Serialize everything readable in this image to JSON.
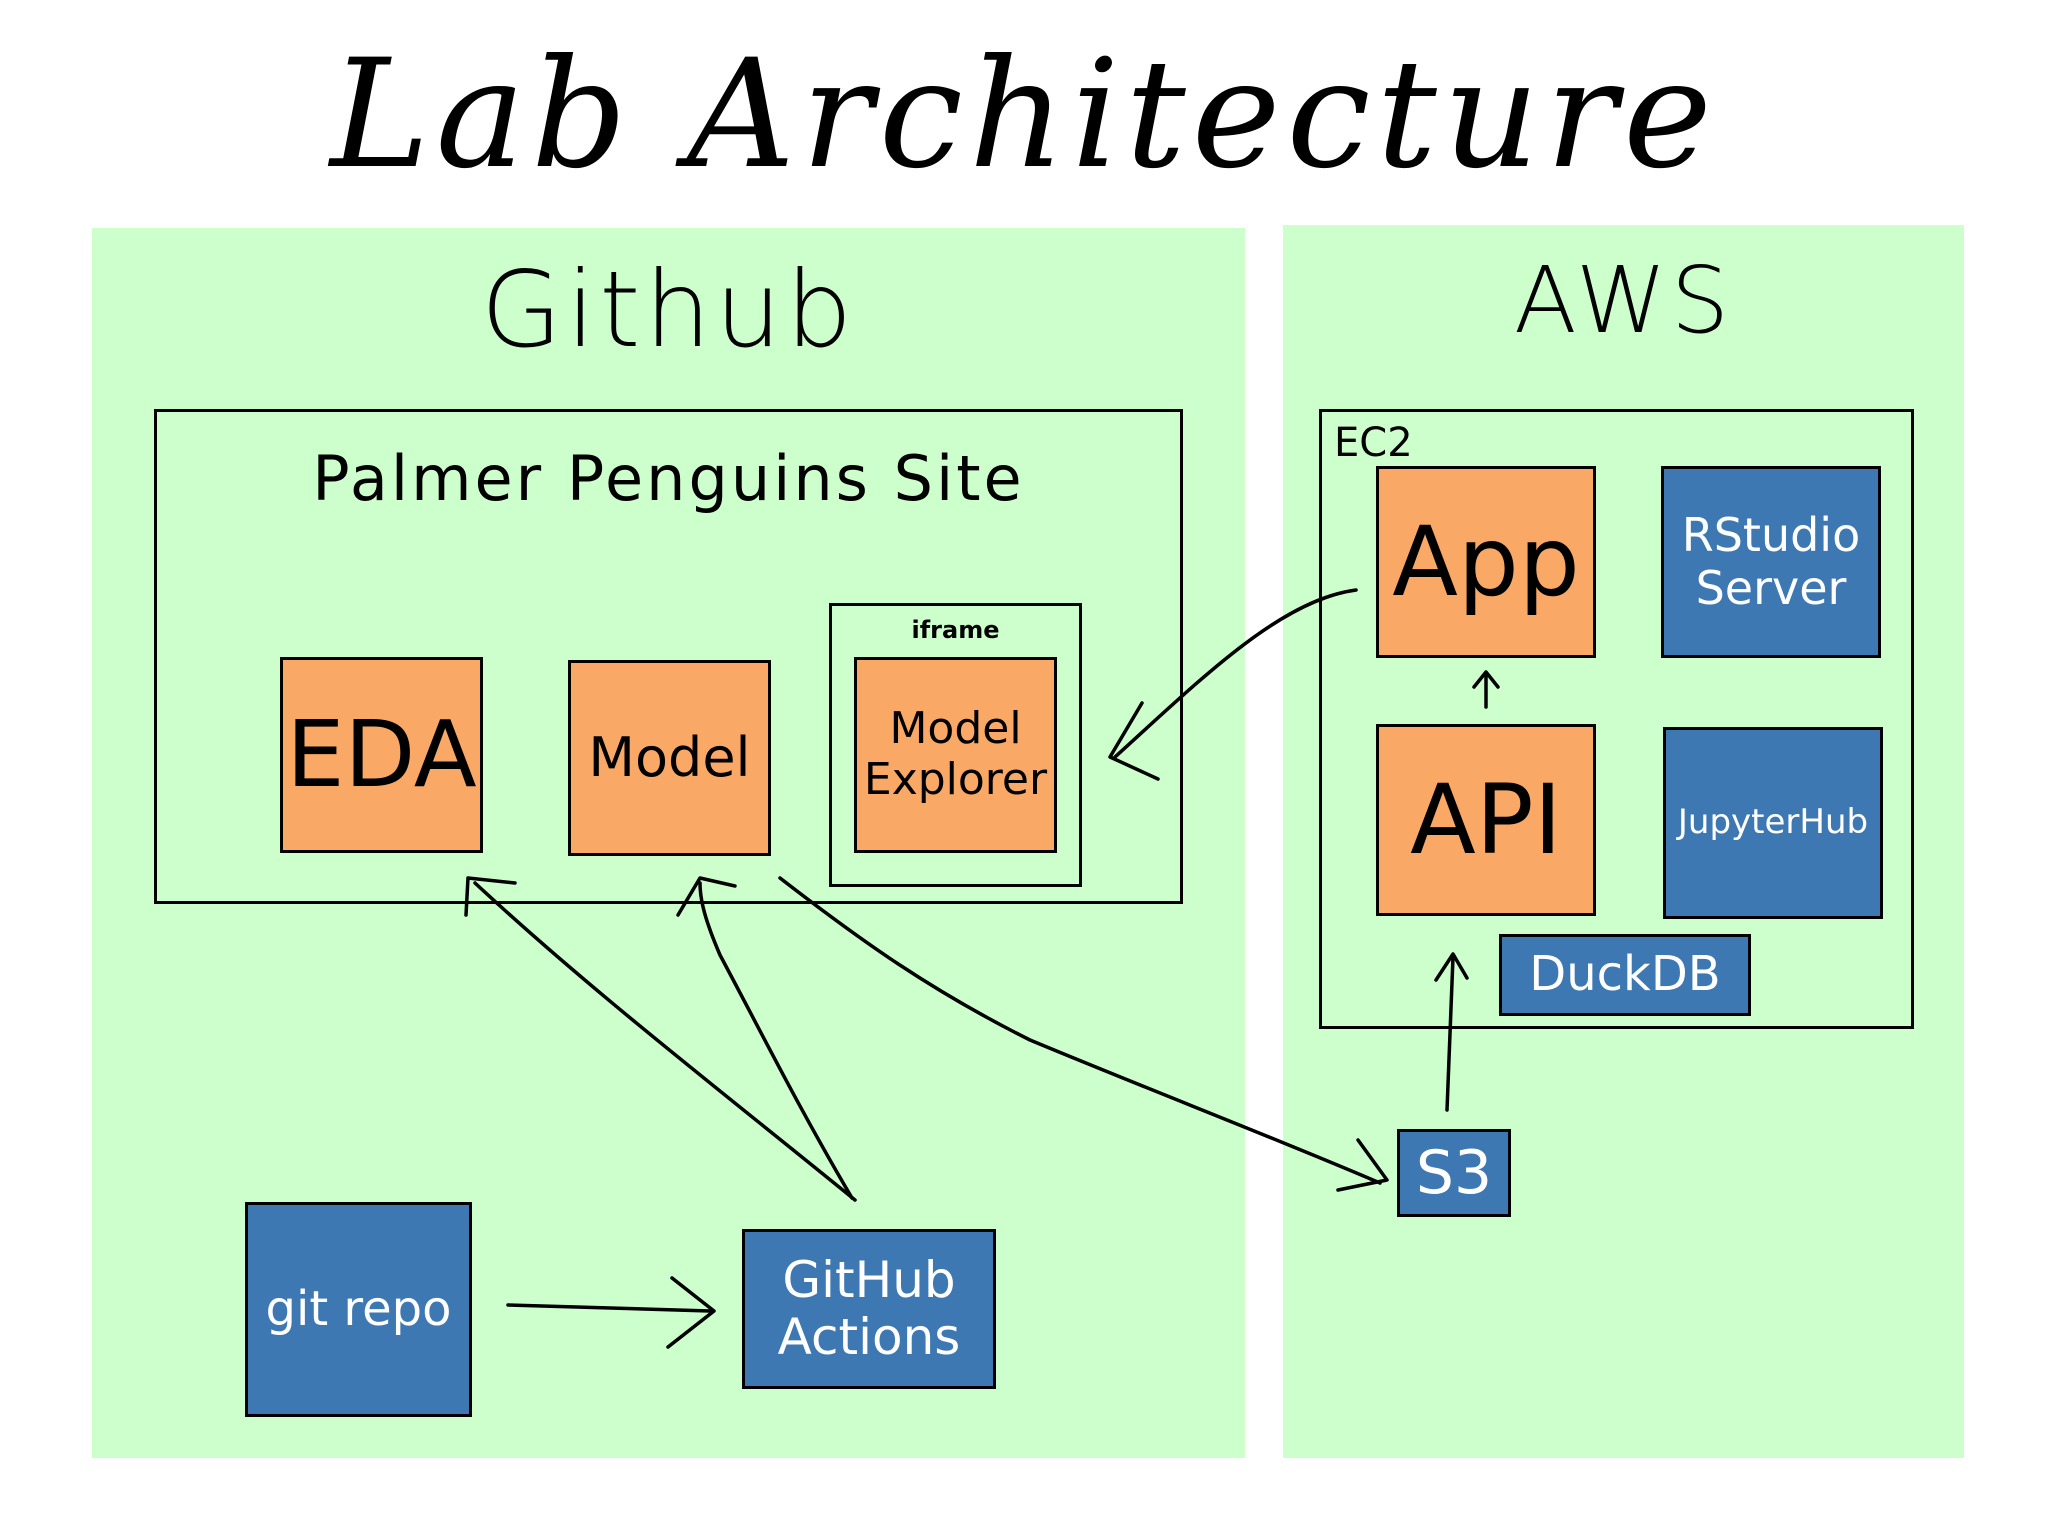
{
  "title": "Lab Architecture",
  "regions": {
    "github": "Github",
    "aws": "AWS"
  },
  "frames": {
    "site": "Palmer Penguins Site",
    "iframe": "iframe",
    "ec2": "EC2"
  },
  "boxes": {
    "eda": "EDA",
    "model": "Model",
    "model_explorer_line1": "Model",
    "model_explorer_line2": "Explorer",
    "app": "App",
    "api": "API",
    "rstudio_line1": "RStudio",
    "rstudio_line2": "Server",
    "jupyterhub": "JupyterHub",
    "duckdb": "DuckDB",
    "s3": "S3",
    "git_repo": "git repo",
    "github_actions_line1": "GitHub",
    "github_actions_line2": "Actions"
  },
  "colors": {
    "region_fill": "#ccffcc",
    "orange_box": "#f9a865",
    "blue_box": "#3e78b2"
  }
}
